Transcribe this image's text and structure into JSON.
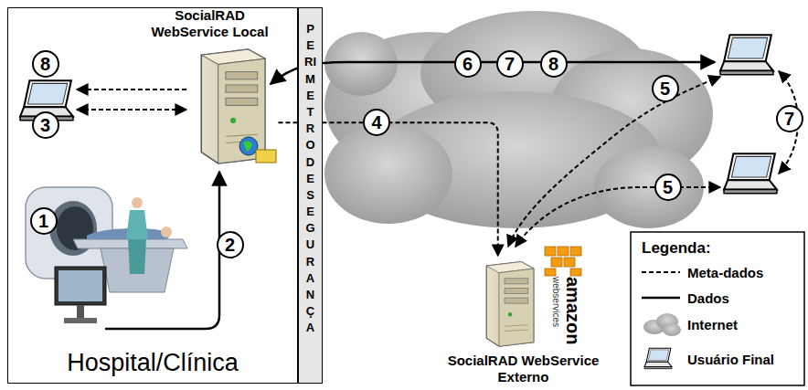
{
  "diagram": {
    "nodes": [
      {
        "text": [
          "Hospital/Clínica"
        ]
      },
      {
        "text": [
          "PERIMETRO DE SEGURANÇA"
        ]
      },
      {
        "text": [
          "SocialRAD WebService Local"
        ],
        "in": 0
      },
      {
        "text": [
          "SocialRAD WebService Externo"
        ]
      }
    ],
    "edges": [
      {
        "from": 2,
        "to": 3,
        "arrow": "to",
        "label": "4"
      }
    ],
    "labels": [
      "1",
      "2",
      "3",
      "8",
      "6",
      "7",
      "8",
      "5",
      "5",
      "7",
      "amazon",
      "webservices",
      "Legenda:"
    ],
    "legend": [
      {
        "text": "Meta-dados"
      },
      {
        "text": "Dados"
      },
      {
        "text": "Internet"
      },
      {
        "text": "Usuário Final"
      }
    ]
  }
}
